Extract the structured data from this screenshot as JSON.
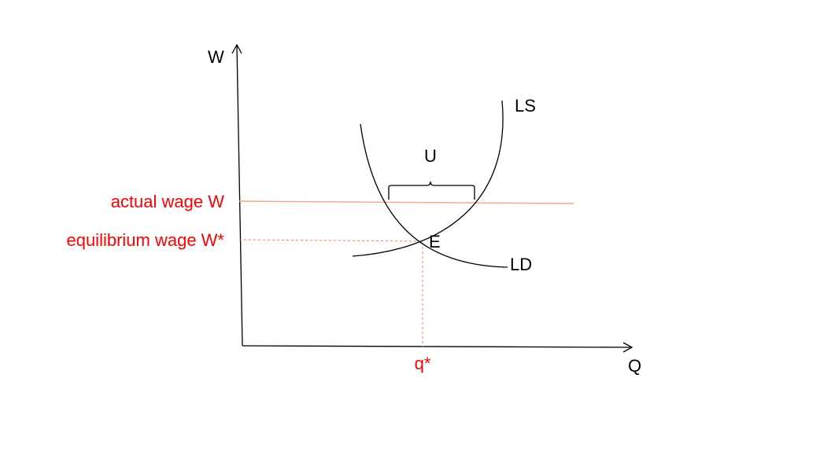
{
  "axes": {
    "y_label": "W",
    "x_label": "Q"
  },
  "curves": {
    "supply_label": "LS",
    "demand_label": "LD"
  },
  "markers": {
    "equilibrium_point": "E",
    "unemployment": "U",
    "actual_wage": "actual wage W",
    "equilibrium_wage": "equilibrium wage W*",
    "equilibrium_quantity": "q*"
  },
  "colors": {
    "axis": "#000000",
    "curves": "#000000",
    "actual_wage_line": "#f4a58a",
    "guide_lines": "#f08060",
    "highlight_text": "#ff0000"
  }
}
